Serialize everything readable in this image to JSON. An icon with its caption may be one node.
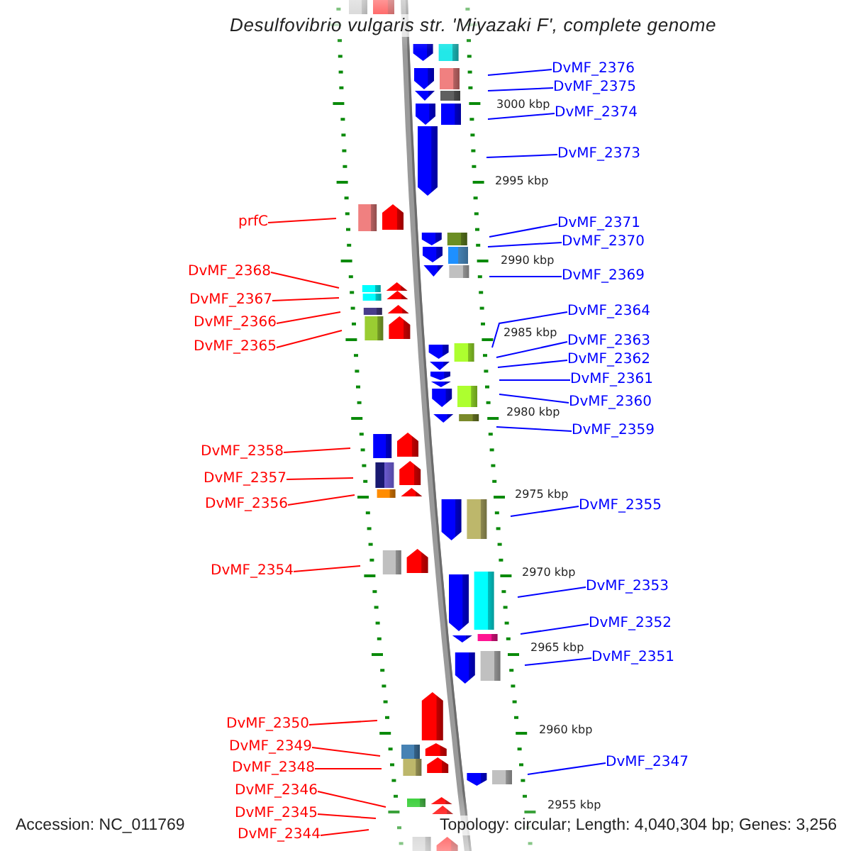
{
  "diagram": {
    "title": "Desulfovibrio vulgaris str. 'Miyazaki F', complete genome",
    "nodes": [
      {
        "text": [
          "DvMF_2376"
        ]
      },
      {
        "text": [
          "DvMF_2375"
        ]
      },
      {
        "text": [
          "DvMF_2374"
        ]
      },
      {
        "text": [
          "DvMF_2373"
        ]
      },
      {
        "text": [
          "prfC"
        ]
      },
      {
        "text": [
          "DvMF_2371"
        ]
      },
      {
        "text": [
          "DvMF_2370"
        ]
      },
      {
        "text": [
          "DvMF_2368"
        ]
      },
      {
        "text": [
          "DvMF_2369"
        ]
      },
      {
        "text": [
          "DvMF_2367"
        ]
      },
      {
        "text": [
          "DvMF_2364"
        ]
      },
      {
        "text": [
          "DvMF_2366"
        ]
      },
      {
        "text": [
          "DvMF_2363"
        ]
      },
      {
        "text": [
          "DvMF_2365"
        ]
      },
      {
        "text": [
          "DvMF_2362"
        ]
      },
      {
        "text": [
          "DvMF_2361"
        ]
      },
      {
        "text": [
          "DvMF_2360"
        ]
      },
      {
        "text": [
          "DvMF_2359"
        ]
      },
      {
        "text": [
          "DvMF_2358"
        ]
      },
      {
        "text": [
          "DvMF_2357"
        ]
      },
      {
        "text": [
          "DvMF_2356"
        ]
      },
      {
        "text": [
          "DvMF_2355"
        ]
      },
      {
        "text": [
          "DvMF_2354"
        ]
      },
      {
        "text": [
          "DvMF_2353"
        ]
      },
      {
        "text": [
          "DvMF_2352"
        ]
      },
      {
        "text": [
          "DvMF_2351"
        ]
      },
      {
        "text": [
          "DvMF_2350"
        ]
      },
      {
        "text": [
          "DvMF_2349"
        ]
      },
      {
        "text": [
          "DvMF_2347"
        ]
      },
      {
        "text": [
          "DvMF_2348"
        ]
      },
      {
        "text": [
          "DvMF_2346"
        ]
      },
      {
        "text": [
          "DvMF_2345"
        ]
      },
      {
        "text": [
          "DvMF_2344"
        ]
      }
    ],
    "edges": [
      {
        "from": 0,
        "to": null,
        "arrow": "none"
      },
      {
        "from": 1,
        "to": null,
        "arrow": "none"
      },
      {
        "from": 2,
        "to": null,
        "arrow": "none"
      },
      {
        "from": 3,
        "to": null,
        "arrow": "none"
      },
      {
        "from": 4,
        "to": null,
        "arrow": "none",
        "color": "#ff0000"
      },
      {
        "from": 5,
        "to": null,
        "arrow": "none"
      },
      {
        "from": 6,
        "to": null,
        "arrow": "none"
      },
      {
        "from": 7,
        "to": null,
        "arrow": "none",
        "color": "#ff0000"
      },
      {
        "from": 8,
        "to": null,
        "arrow": "none"
      },
      {
        "from": 9,
        "to": null,
        "arrow": "none",
        "color": "#ff0000"
      },
      {
        "from": 10,
        "to": null,
        "arrow": "none"
      },
      {
        "from": 11,
        "to": null,
        "arrow": "none",
        "color": "#ff0000"
      },
      {
        "from": 12,
        "to": null,
        "arrow": "none"
      },
      {
        "from": 13,
        "to": null,
        "arrow": "none",
        "color": "#ff0000"
      },
      {
        "from": 14,
        "to": null,
        "arrow": "none"
      },
      {
        "from": 15,
        "to": null,
        "arrow": "none"
      },
      {
        "from": 16,
        "to": null,
        "arrow": "none"
      },
      {
        "from": 17,
        "to": null,
        "arrow": "none"
      },
      {
        "from": 18,
        "to": null,
        "arrow": "none",
        "color": "#ff0000"
      },
      {
        "from": 19,
        "to": null,
        "arrow": "none",
        "color": "#ff0000"
      },
      {
        "from": 20,
        "to": null,
        "arrow": "none",
        "color": "#ff0000"
      },
      {
        "from": 21,
        "to": null,
        "arrow": "none"
      },
      {
        "from": 22,
        "to": null,
        "arrow": "none",
        "color": "#ff0000"
      },
      {
        "from": 23,
        "to": null,
        "arrow": "none"
      },
      {
        "from": 24,
        "to": null,
        "arrow": "none"
      },
      {
        "from": 25,
        "to": null,
        "arrow": "none"
      },
      {
        "from": 26,
        "to": null,
        "arrow": "none",
        "color": "#ff0000"
      },
      {
        "from": 27,
        "to": null,
        "arrow": "none",
        "color": "#ff0000"
      },
      {
        "from": 28,
        "to": null,
        "arrow": "none"
      },
      {
        "from": 29,
        "to": null,
        "arrow": "none",
        "color": "#ff0000"
      },
      {
        "from": 30,
        "to": null,
        "arrow": "none",
        "color": "#ff0000"
      },
      {
        "from": 31,
        "to": null,
        "arrow": "none",
        "color": "#ff0000"
      },
      {
        "from": 32,
        "to": null,
        "arrow": "none",
        "color": "#ff0000"
      }
    ],
    "labels": [
      "3000 kbp",
      "2995 kbp",
      "2990 kbp",
      "2985 kbp",
      "2980 kbp",
      "2975 kbp",
      "2970 kbp",
      "2965 kbp",
      "2960 kbp",
      "2955 kbp",
      "Accession: NC_011769",
      "Topology: circular; Length: 4,040,304 bp; Genes: 3,256"
    ]
  }
}
